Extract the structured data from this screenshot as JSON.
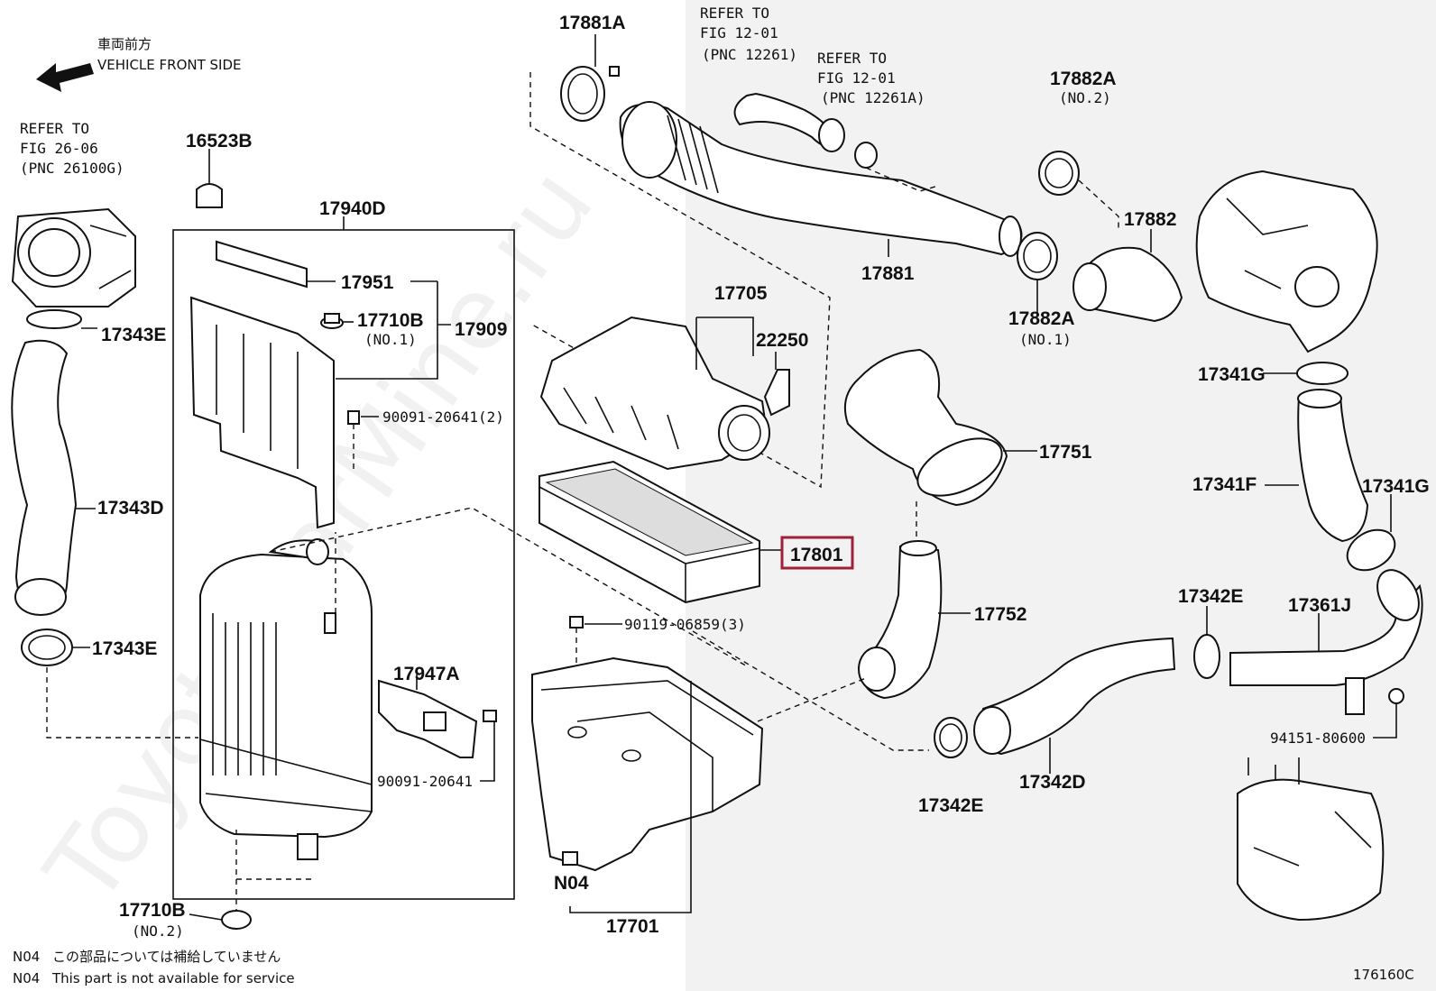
{
  "vehicle_front": {
    "jp": "車両前方",
    "en": "VEHICLE FRONT SIDE"
  },
  "refer_26": {
    "l1": "REFER TO",
    "l2": "FIG 26-06",
    "l3": "(PNC 26100G)"
  },
  "refer_12a": {
    "l1": "REFER TO",
    "l2": "FIG 12-01",
    "l3": "(PNC 12261)"
  },
  "refer_12b": {
    "l1": "REFER TO",
    "l2": "FIG 12-01",
    "l3": "(PNC 12261A)"
  },
  "parts": {
    "p17881A": "17881A",
    "p17882A_top": "17882A",
    "p17882A_top_sub": "(NO.2)",
    "p16523B": "16523B",
    "p17940D": "17940D",
    "p17882": "17882",
    "p17881": "17881",
    "p17882A_mid": "17882A",
    "p17882A_mid_sub": "(NO.1)",
    "p17951": "17951",
    "p17710B_top": "17710B",
    "p17710B_top_sub": "(NO.1)",
    "p17909": "17909",
    "p17705": "17705",
    "p22250": "22250",
    "p17343E_top": "17343E",
    "p17341G_top": "17341G",
    "p90091_top": "90091-20641(2)",
    "p17751": "17751",
    "p17343D": "17343D",
    "p17341F": "17341F",
    "p17341G_right": "17341G",
    "p17801": "17801",
    "p17342E_top": "17342E",
    "p17361J": "17361J",
    "p17752": "17752",
    "p90119": "90119-06859(3)",
    "p17343E_bot": "17343E",
    "p17947A": "17947A",
    "p94151": "94151-80600",
    "p90091_bot": "90091-20641",
    "p17342D": "17342D",
    "p17342E_bot": "17342E",
    "pN04": "N04",
    "p17710B_bot": "17710B",
    "p17710B_bot_sub": "(NO.2)",
    "p17701": "17701"
  },
  "notes": {
    "n1_code": "N04",
    "n1_text": "この部品については補給していません",
    "n2_code": "N04",
    "n2_text": "This part is not available for service"
  },
  "figure_id": "176160C",
  "watermark": "ToyotaCarMine.ru",
  "highlight_color": "#a0203a"
}
